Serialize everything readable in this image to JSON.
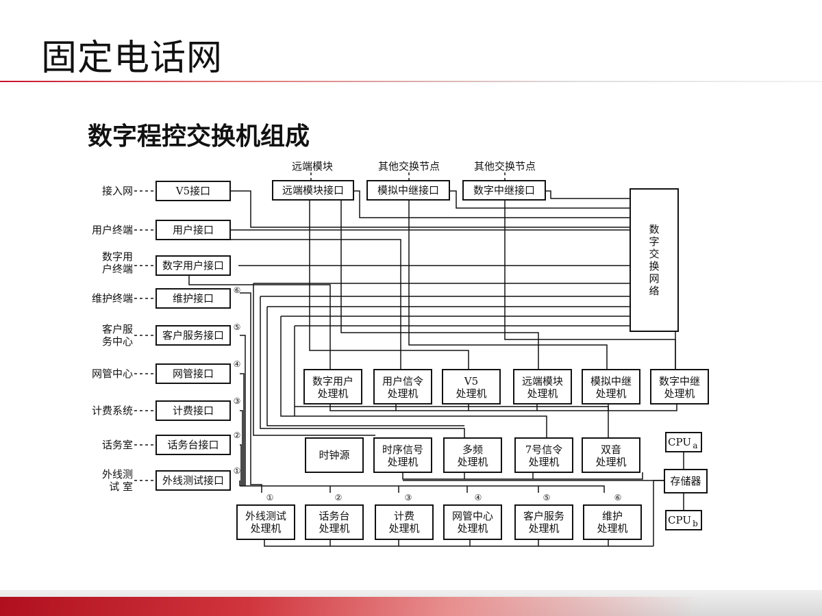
{
  "title": "固定电话网",
  "subtitle": "数字程控交换机组成",
  "colors": {
    "accent": "#c8102e",
    "ink": "#111111"
  },
  "diagram": {
    "left_labels": {
      "access": "接入网",
      "user_terminal": "用户终端",
      "digital_user_terminal": [
        "数字用",
        "户终端"
      ],
      "maintenance_terminal": "维护终端",
      "customer_service_center": [
        "客户服",
        "务中心"
      ],
      "network_mgmt_center": "网管中心",
      "billing_system": "计费系统",
      "operator_room": "话务室",
      "line_test_room": [
        "外线测",
        "试 室"
      ]
    },
    "interfaces": {
      "v5": "V5接口",
      "user": "用户接口",
      "digital_user": "数字用户接口",
      "maintenance": "维护接口",
      "customer_service": "客户服务接口",
      "network_mgmt": "网管接口",
      "billing": "计费接口",
      "operator": "话务台接口",
      "line_test": "外线测试接口"
    },
    "top_labels": {
      "remote_module": "远端模块",
      "other_node_1": "其他交换节点",
      "other_node_2": "其他交换节点"
    },
    "top_interfaces": {
      "remote_module": "远端模块接口",
      "analog_trunk": "模拟中继接口",
      "digital_trunk": "数字中继接口"
    },
    "switch_network": [
      "数",
      "字",
      "交",
      "换",
      "网",
      "络"
    ],
    "processors_row1": [
      [
        "数字用户",
        "处理机"
      ],
      [
        "用户信令",
        "处理机"
      ],
      [
        "V5",
        "处理机"
      ],
      [
        "远端模块",
        "处理机"
      ],
      [
        "模拟中继",
        "处理机"
      ],
      [
        "数字中继",
        "处理机"
      ]
    ],
    "processors_row2": {
      "clock": "时钟源",
      "timing": [
        "时序信号",
        "处理机"
      ],
      "multi_freq": [
        "多频",
        "处理机"
      ],
      "ss7": [
        "7号信令",
        "处理机"
      ],
      "dual_tone": [
        "双音",
        "处理机"
      ]
    },
    "processors_row3": [
      [
        "外线测试",
        "处理机"
      ],
      [
        "话务台",
        "处理机"
      ],
      [
        "计费",
        "处理机"
      ],
      [
        "网管中心",
        "处理机"
      ],
      [
        "客户服务",
        "处理机"
      ],
      [
        "维护",
        "处理机"
      ]
    ],
    "interface_numbers": [
      "⑥",
      "⑤",
      "④",
      "③",
      "②",
      "①"
    ],
    "processor_numbers": [
      "①",
      "②",
      "③",
      "④",
      "⑤",
      "⑥"
    ],
    "cpu": {
      "cpu_a": "CPU",
      "cpu_a_sub": "a",
      "memory": "存储器",
      "cpu_b": "CPU",
      "cpu_b_sub": "b"
    }
  }
}
